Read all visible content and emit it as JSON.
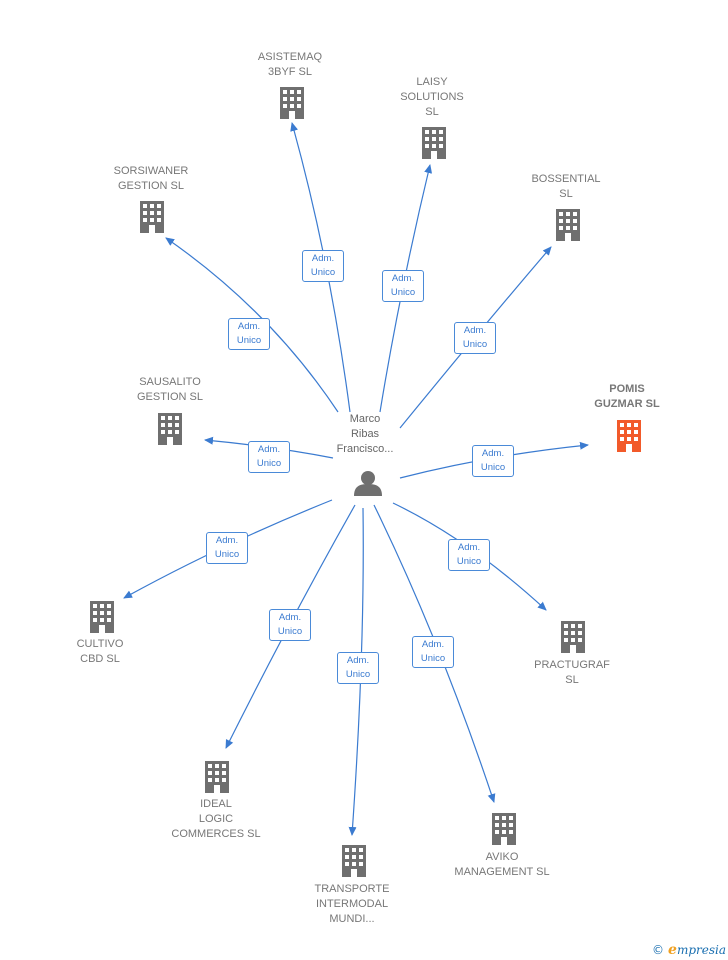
{
  "center": {
    "name": "Marco\nRibas\nFrancisco...",
    "icon": "person-icon"
  },
  "role_label": "Adm.\nUnico",
  "colors": {
    "edge": "#3b7bd0",
    "building": "#6f6f6f",
    "building_highlight": "#f25a2a"
  },
  "companies": [
    {
      "id": "asistemaq",
      "name": "ASISTEMAQ\n3BYF SL",
      "highlight": false
    },
    {
      "id": "laisy",
      "name": "LAISY\nSOLUTIONS\nSL",
      "highlight": false
    },
    {
      "id": "bossential",
      "name": "BOSSENTIAL\nSL",
      "highlight": false
    },
    {
      "id": "sorsiwaner",
      "name": "SORSIWANER\nGESTION  SL",
      "highlight": false
    },
    {
      "id": "sausalito",
      "name": "SAUSALITO\nGESTION  SL",
      "highlight": false
    },
    {
      "id": "pomis",
      "name": "POMIS\nGUZMAR  SL",
      "highlight": true
    },
    {
      "id": "cultivo",
      "name": "CULTIVO\nCBD  SL",
      "highlight": false
    },
    {
      "id": "practugraf",
      "name": "PRACTUGRAF\nSL",
      "highlight": false
    },
    {
      "id": "ideal",
      "name": "IDEAL\nLOGIC\nCOMMERCES SL",
      "highlight": false
    },
    {
      "id": "transporte",
      "name": "TRANSPORTE\nINTERMODAL\nMUNDI...",
      "highlight": false
    },
    {
      "id": "aviko",
      "name": "AVIKO\nMANAGEMENT SL",
      "highlight": false
    }
  ],
  "footer": {
    "copyright": "©",
    "brand_initial": "e",
    "brand_rest": "mpresia"
  }
}
